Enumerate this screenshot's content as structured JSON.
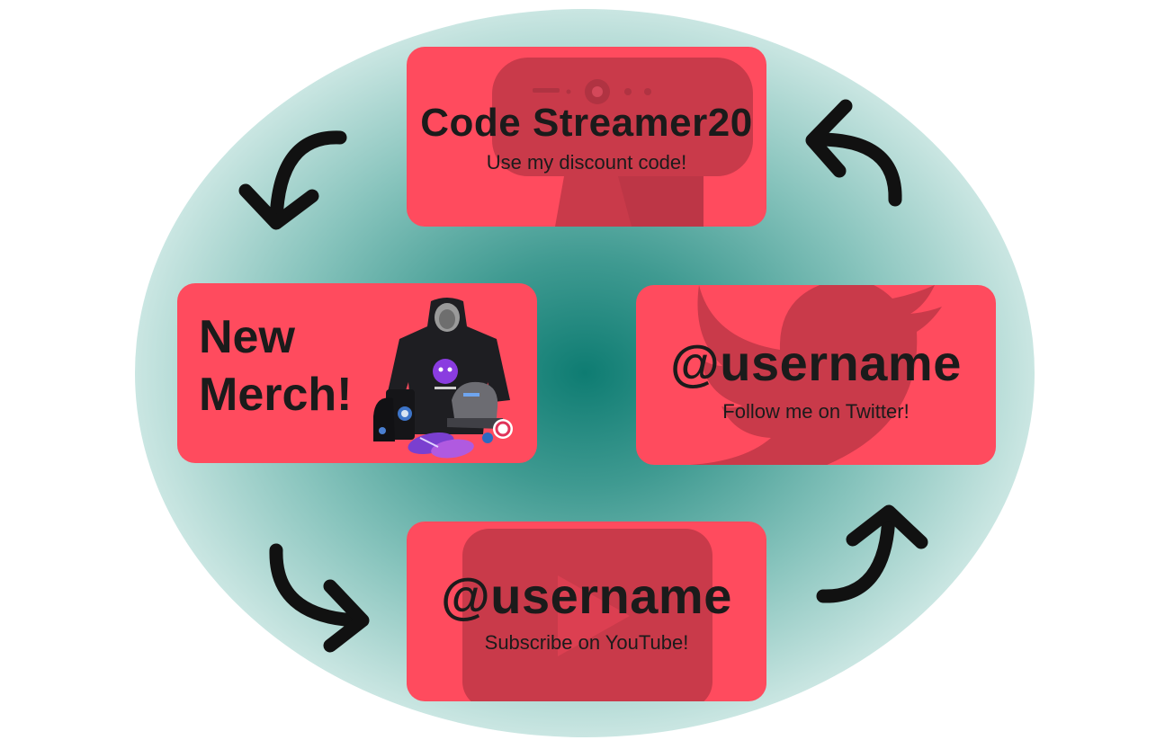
{
  "cards": {
    "discount": {
      "title": "Code Streamer20",
      "subtitle": "Use my discount code!",
      "background_icon": "webcam-icon"
    },
    "merch": {
      "title_line1": "New",
      "title_line2": "Merch!",
      "image_icon": "merch-bundle-icon"
    },
    "twitter": {
      "title": "@username",
      "subtitle": "Follow me on Twitter!",
      "background_icon": "twitter-bird-icon"
    },
    "youtube": {
      "title": "@username",
      "subtitle": "Subscribe on YouTube!",
      "background_icon": "youtube-play-icon"
    }
  },
  "colors": {
    "card": "#ff4b5e",
    "card_overlay": "#c93a4a",
    "glow_center": "#0e7c72",
    "arrow": "#111111",
    "text": "#1b1b1b"
  },
  "arrows": [
    "curved-arrow-icon",
    "curved-arrow-icon",
    "curved-arrow-icon",
    "curved-arrow-icon"
  ]
}
